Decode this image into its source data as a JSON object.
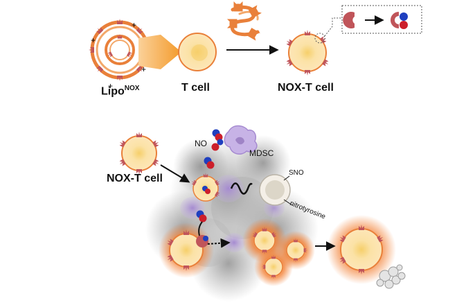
{
  "labels": {
    "lipo": "Lipo",
    "lipo_sup": "NOX",
    "tcell": "T cell",
    "noxt_top": "NOX-T cell",
    "noxt_bottom": "NOX-T cell",
    "no": "NO",
    "mdsc": "MDSC",
    "sno": "SNO",
    "nitrotyrosine": "nitrotyrosine"
  },
  "colors": {
    "cell_fill": "#fde6b8",
    "cell_core": "#f6cf6a",
    "cell_ring": "#e9803a",
    "receptor": "#c0555a",
    "no_blue": "#1f3fbf",
    "no_red": "#cc1f2b",
    "mdsc": "#b9a2d6",
    "tumor_gray": "#9a9a9a",
    "arrow_orange": "#f39a2b"
  },
  "icons": [
    "lipo-nox-icon",
    "t-cell-icon",
    "nox-t-cell-icon",
    "dna-icon",
    "mdsc-icon",
    "tumor-cluster-icon",
    "no-molecule-icon"
  ]
}
